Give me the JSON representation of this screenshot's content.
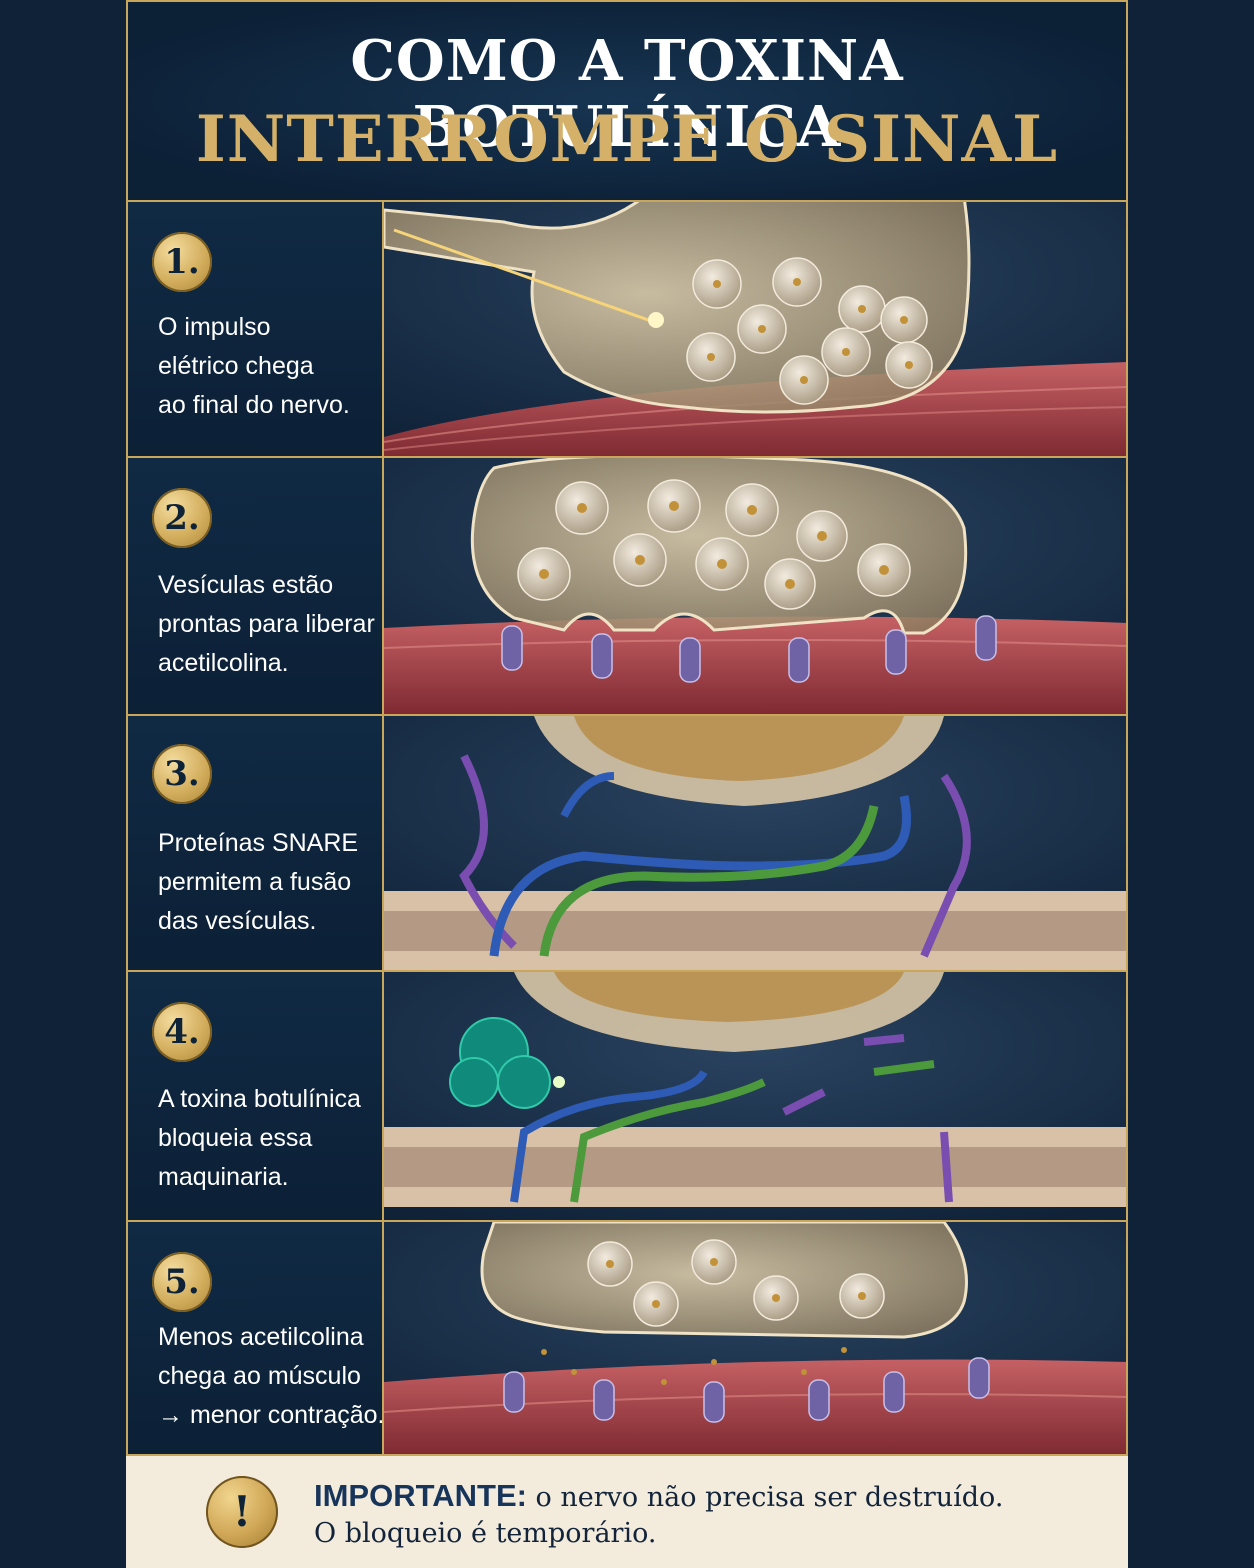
{
  "header": {
    "title_line1": "COMO A TOXINA BOTULÍNICA",
    "title_line2": "INTERROMPE O SINAL"
  },
  "steps": [
    {
      "number": "1.",
      "text_lines": [
        "O impulso",
        "elétrico chega",
        "ao final do nervo."
      ]
    },
    {
      "number": "2.",
      "text_lines": [
        "Vesículas estão",
        "prontas para liberar",
        "acetilcolina."
      ]
    },
    {
      "number": "3.",
      "text_lines": [
        "Proteínas SNARE",
        "permitem a fusão",
        "das vesículas."
      ]
    },
    {
      "number": "4.",
      "text_lines": [
        "A toxina botulínica",
        "bloqueia essa",
        "maquinaria."
      ]
    },
    {
      "number": "5.",
      "text_lines": [
        "Menos acetilcolina",
        "chega ao músculo",
        "→ menor contração."
      ]
    }
  ],
  "footer": {
    "icon": "exclamation-icon",
    "icon_glyph": "!",
    "label": "IMPORTANTE:",
    "text_line1": " o nervo não precisa ser destruído.",
    "text_line2": "O bloqueio é temporário."
  },
  "colors": {
    "navy": "#0d2238",
    "gold": "#c9a65a",
    "title_gold": "#d4b068",
    "muscle": "#b5484e",
    "footer_bg": "#f3ecdd"
  }
}
